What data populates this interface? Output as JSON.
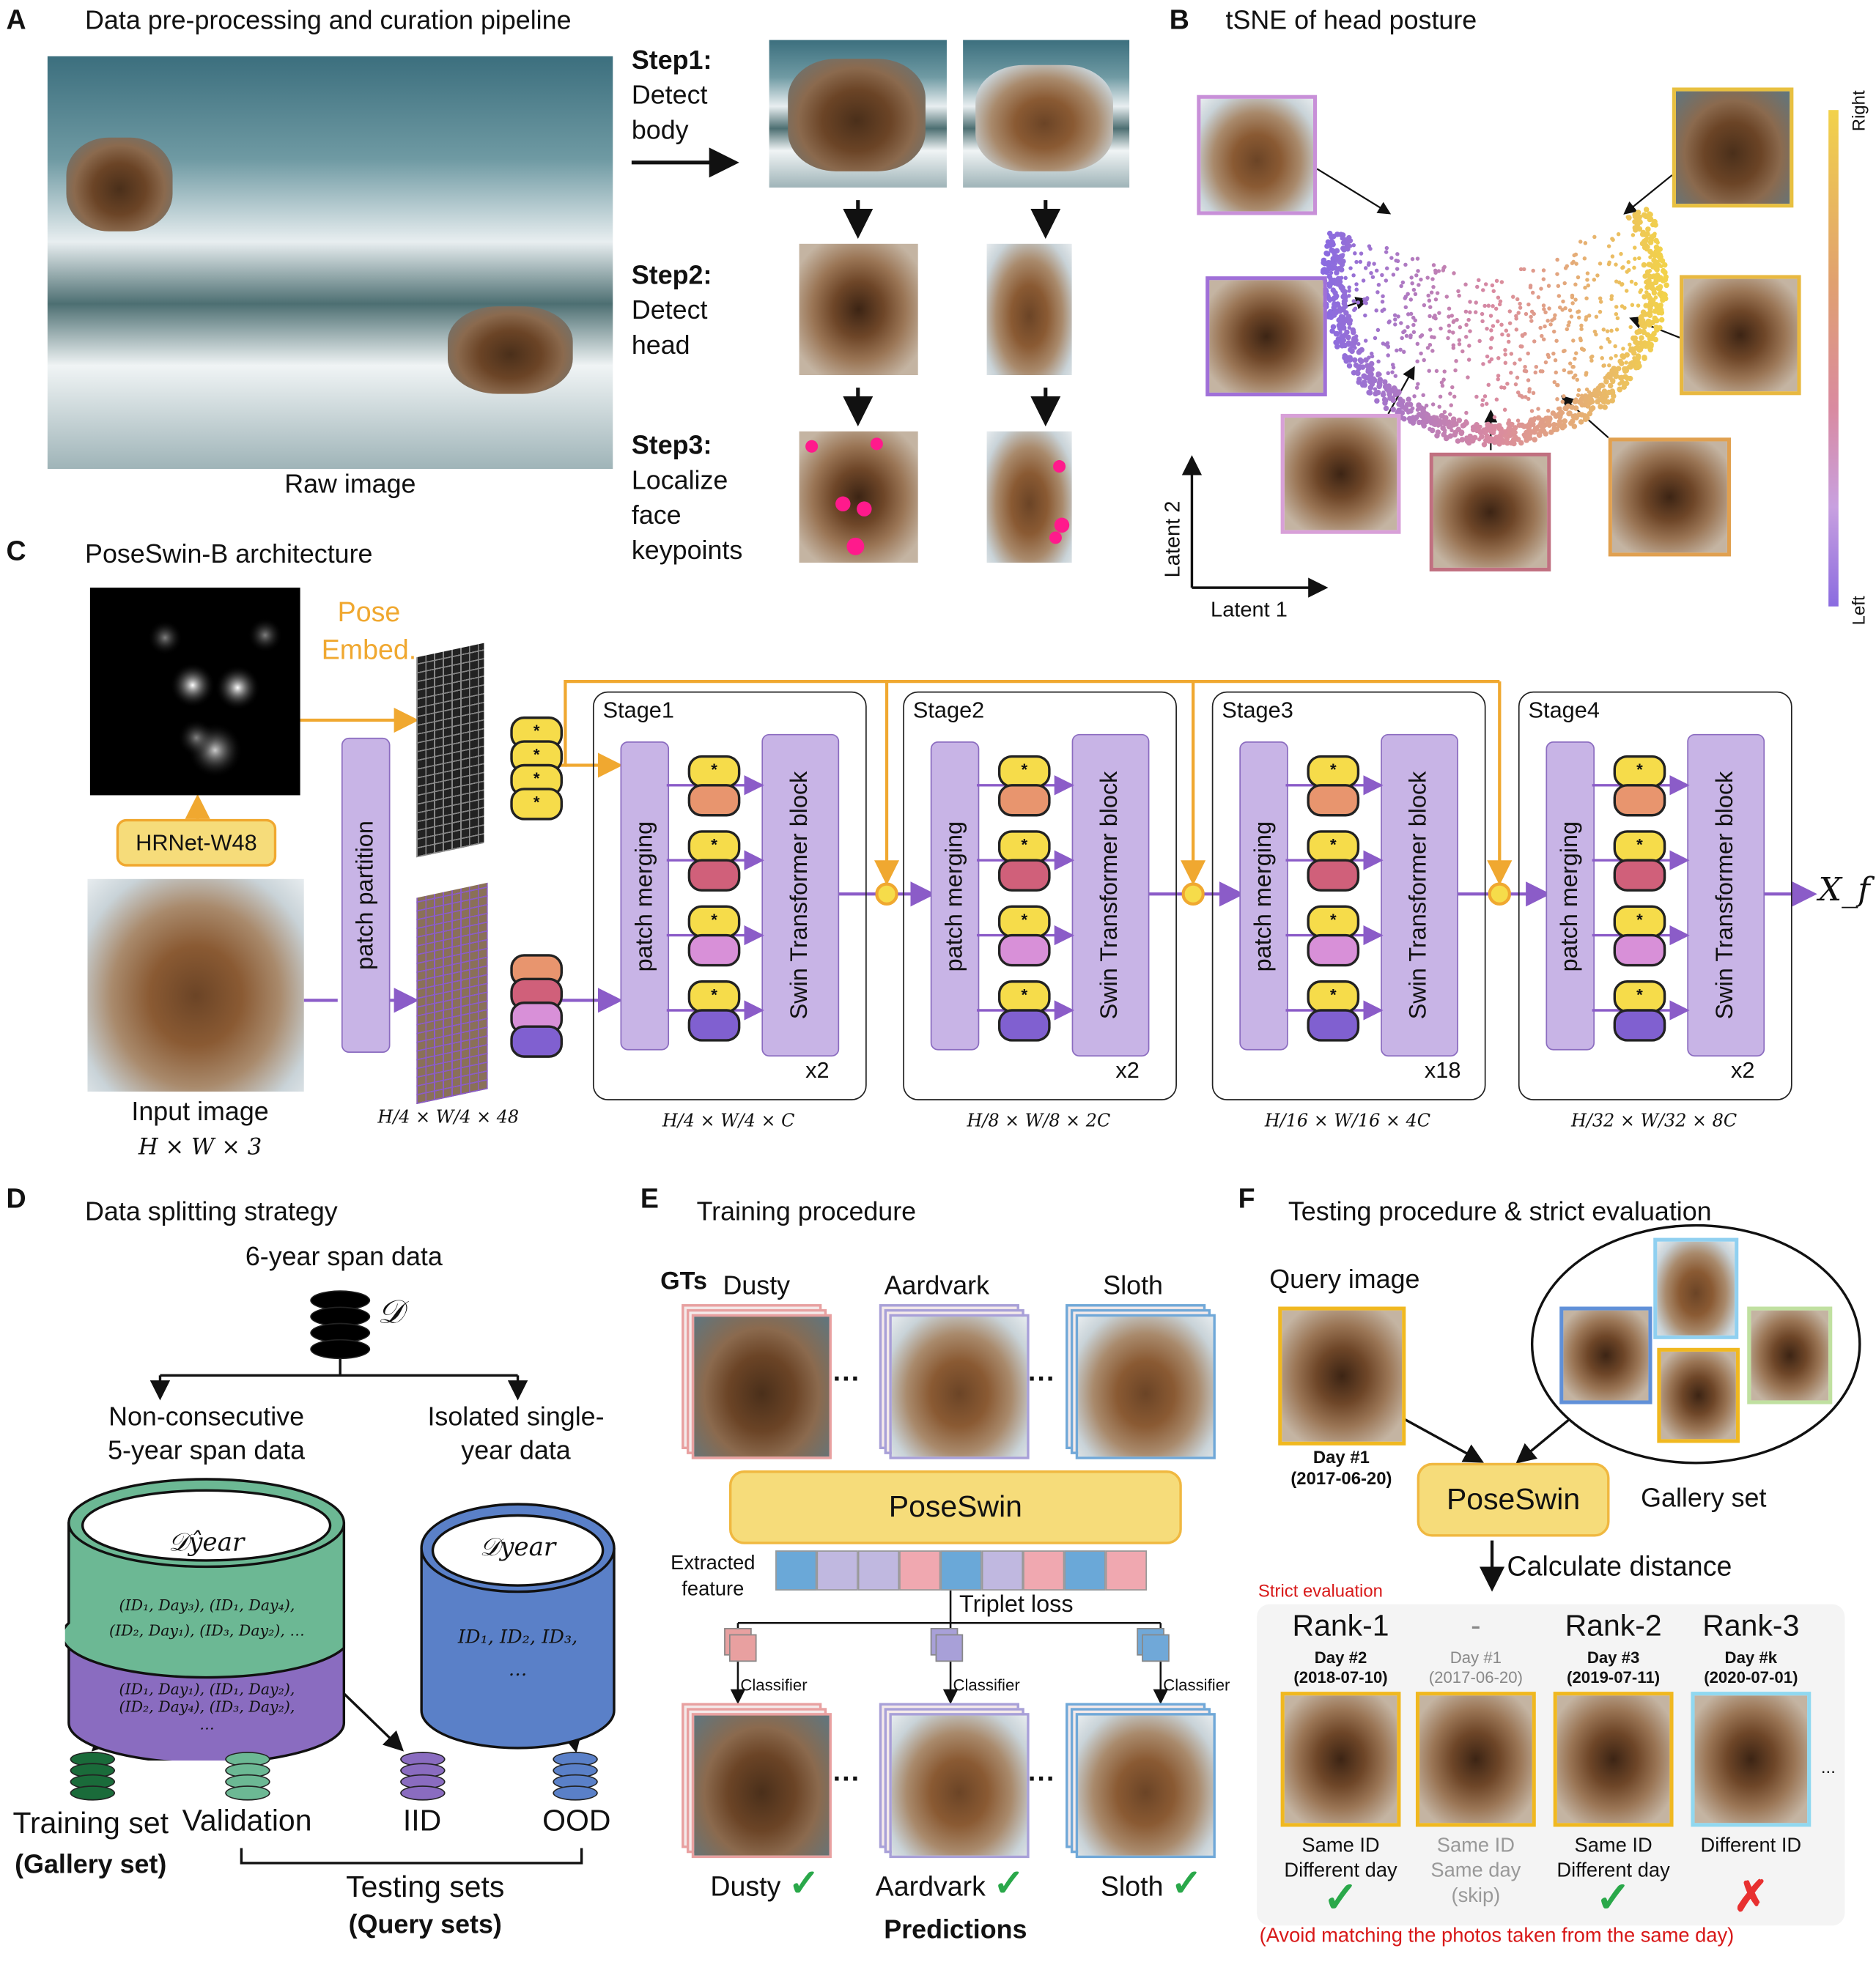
{
  "panelA": {
    "label": "A",
    "title": "Data pre-processing and curation pipeline",
    "raw_image_caption": "Raw image",
    "steps": [
      {
        "title": "Step1:",
        "text": "Detect body"
      },
      {
        "title": "Step2:",
        "text": "Detect head"
      },
      {
        "title": "Step3:",
        "text": "Localize face keypoints"
      }
    ]
  },
  "panelB": {
    "label": "B",
    "title": "tSNE of head posture",
    "x_axis": "Latent 1",
    "y_axis": "Latent 2",
    "colorbar_top": "Right",
    "colorbar_bottom": "Left",
    "colors": {
      "left": "#8a6be0",
      "mid": "#d98aa0",
      "right": "#f2d24a"
    }
  },
  "panelC": {
    "label": "C",
    "title": "PoseSwin-B architecture",
    "pose_embed": "Pose Embed.",
    "hrnet": "HRNet-W48",
    "input_caption": "Input image",
    "input_dims": "H × W × 3",
    "patch_partition": "patch partition",
    "partition_dims": "H/4 × W/4 × 48",
    "output": "X_f",
    "output_main": "X",
    "output_sub": "f",
    "stages": [
      {
        "name": "Stage1",
        "merge": "patch merging",
        "block": "Swin Transformer block",
        "repeat": "x2",
        "dims": "H/4 × W/4 × C"
      },
      {
        "name": "Stage2",
        "merge": "patch merging",
        "block": "Swin Transformer block",
        "repeat": "x2",
        "dims": "H/8 × W/8 × 2C"
      },
      {
        "name": "Stage3",
        "merge": "patch merging",
        "block": "Swin Transformer block",
        "repeat": "x18",
        "dims": "H/16 × W/16 × 4C"
      },
      {
        "name": "Stage4",
        "merge": "patch merging",
        "block": "Swin Transformer block",
        "repeat": "x2",
        "dims": "H/32 × W/32 × 8C"
      }
    ],
    "token_symbol": "*",
    "colors": {
      "pose": "#f0a830",
      "swin": "#c8b4e6",
      "token": "#f6dc4a"
    }
  },
  "panelD": {
    "label": "D",
    "title": "Data splitting strategy",
    "root": "6-year span data",
    "root_symbol": "𝒟",
    "left_branch": [
      "Non-consecutive",
      "5-year span data"
    ],
    "right_branch": [
      "Isolated single-",
      "year data"
    ],
    "left_db": "𝒟ŷear",
    "left_top_rows": [
      "(ID₁, Day₃), (ID₁, Day₄),",
      "(ID₂, Day₁), (ID₃, Day₂), …"
    ],
    "left_bottom_rows": [
      "(ID₁, Day₁), (ID₁, Day₂),",
      "(ID₂, Day₄), (ID₃, Day₂),",
      "…"
    ],
    "right_db": "𝒟year",
    "right_rows": [
      "ID₁, ID₂, ID₃,",
      "…"
    ],
    "splits": [
      {
        "label": "Training set",
        "sub": "(Gallery set)"
      },
      {
        "label": "Validation"
      },
      {
        "label": "IID"
      },
      {
        "label": "OOD"
      }
    ],
    "testing": "Testing sets",
    "testing_sub": "(Query sets)"
  },
  "panelE": {
    "label": "E",
    "title": "Training procedure",
    "gts": "GTs",
    "ids": [
      "Dusty",
      "Aardvark",
      "Sloth"
    ],
    "ellipsis": "···",
    "model": "PoseSwin",
    "feature_label": [
      "Extracted",
      "feature"
    ],
    "loss": "Triplet loss",
    "classifier": "Classifier",
    "predictions": "Predictions",
    "check": "✓"
  },
  "panelF": {
    "label": "F",
    "title": "Testing procedure & strict evaluation",
    "query_label": "Query image",
    "query_day": "Day #1",
    "query_date": "(2017-06-20)",
    "model": "PoseSwin",
    "gallery": "Gallery set",
    "calc": "Calculate distance",
    "strict": "Strict evaluation",
    "ranks": [
      {
        "rank": "Rank-1",
        "day": "Day #2",
        "date": "(2018-07-10)",
        "r1": "Same ID",
        "r2": "Different day",
        "mark": "✓"
      },
      {
        "rank": "-",
        "day": "Day #1",
        "date": "(2017-06-20)",
        "r1": "Same ID",
        "r2": "Same day",
        "r3": "(skip)"
      },
      {
        "rank": "Rank-2",
        "day": "Day #3",
        "date": "(2019-07-11)",
        "r1": "Same ID",
        "r2": "Different day",
        "mark": "✓"
      },
      {
        "rank": "Rank-3",
        "day": "Day #k",
        "date": "(2020-07-01)",
        "r1": "Different ID",
        "mark": "✗"
      }
    ],
    "more": "...",
    "footer": "(Avoid matching the photos taken from the same day)"
  }
}
